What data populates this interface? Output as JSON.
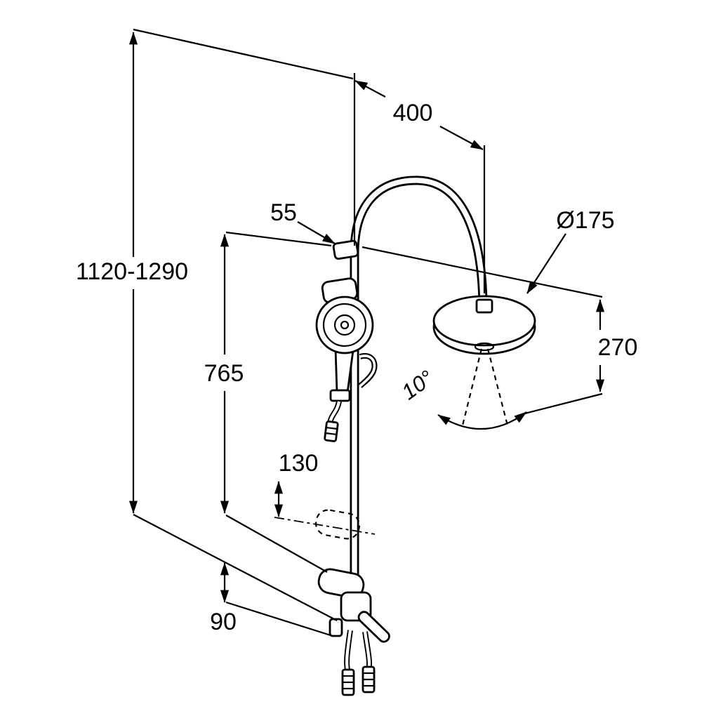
{
  "drawing": {
    "subject": "shower system with overhead rain shower and hand shower",
    "background_color": "#ffffff",
    "line_color": "#000000",
    "dimensions": {
      "total_height": "1120-1290",
      "reach": "400",
      "top_offset": "55",
      "head_diameter": "Ø175",
      "head_drop": "270",
      "rail_length": "765",
      "spray_angle": "10°",
      "slider_travel": "130",
      "lower_offset": "90"
    }
  }
}
